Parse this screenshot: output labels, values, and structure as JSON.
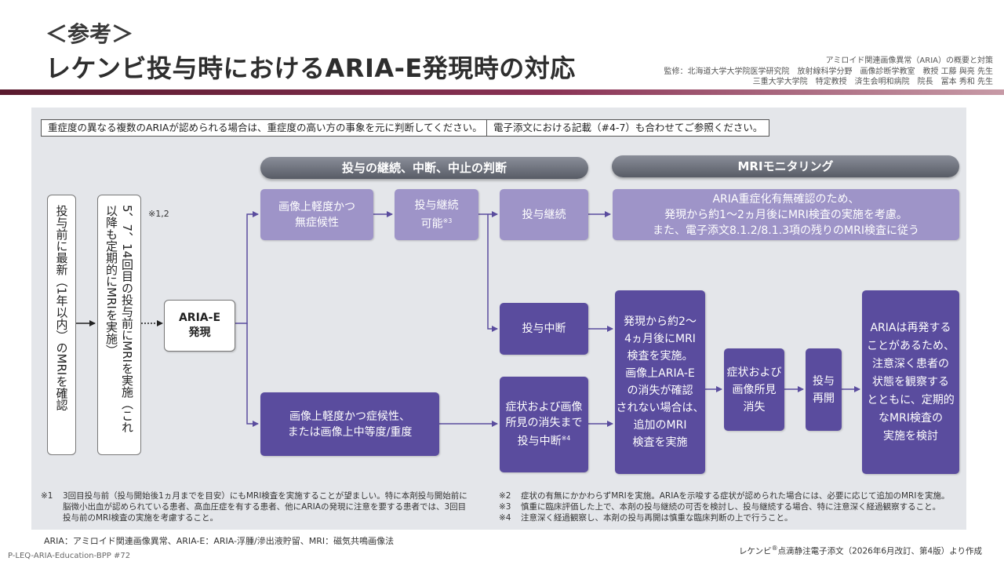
{
  "header": {
    "subtitle": "＜参考＞",
    "title": "レケンビ投与時におけるARIA-E発現時の対応",
    "supervision": [
      "アミロイド関連画像異常（ARIA）の概要と対策",
      "監修：北海道大学大学院医学研究院　放射線科学分野　画像診断学教室　教授 工藤 與亮 先生",
      "三重大学大学院　特定教授　済生会明和病院　院長　冨本 秀和 先生"
    ]
  },
  "notes": {
    "top_left": "重症度の異なる複数のARIAが認められる場合は、重症度の高い方の事象を元に判断してください。",
    "top_right": "電子添文における記載（#4-7）も合わせてご参照ください。"
  },
  "sections": {
    "decision": "投与の継続、中断、中止の判断",
    "mri": "MRIモニタリング"
  },
  "flow": {
    "pre_dose": "投与前に最新（1年以内）のMRIを確認",
    "dose_mri": "5、7、14回目の投与前にMRIを実施（これ以降も定期的にMRIを実施）",
    "ref_12": "※1,2",
    "aria_e_1": "ARIA-E",
    "aria_e_2": "発現",
    "mild_asym_1": "画像上軽度かつ",
    "mild_asym_2": "無症候性",
    "continue_possible_1": "投与継続",
    "continue_possible_2": "可能",
    "ref_3": "※3",
    "continue": "投与継続",
    "mri_note_1": "ARIA重症化有無確認のため、",
    "mri_note_2": "発現から約1～2ヵ月後にMRI検査の実施を考慮。",
    "mri_note_3": "また、電子添文8.1.2/8.1.3項の残りのMRI検査に従う",
    "interrupt": "投与中断",
    "mild_sym_1": "画像上軽度かつ症候性、",
    "mild_sym_2": "または画像上中等度/重度",
    "until_resolve_1": "症状および画像",
    "until_resolve_2": "所見の消失まで",
    "until_resolve_3": "投与中断",
    "ref_4": "※4",
    "mri_2_4": [
      "発現から約2～",
      "4ヵ月後にMRI",
      "検査を実施。",
      "画像上ARIA-E",
      "の消失が確認",
      "されない場合は、",
      "追加のMRI",
      "検査を実施"
    ],
    "resolved": [
      "症状および",
      "画像所見",
      "消失"
    ],
    "resume": [
      "投与",
      "再開"
    ],
    "recur": [
      "ARIAは再発する",
      "ことがあるため、",
      "注意深く患者の",
      "状態を観察する",
      "とともに、定期的",
      "なMRI検査の",
      "実施を検討"
    ]
  },
  "footnotes": {
    "fn1_mark": "※1",
    "fn1": [
      "3回目投与前（投与開始後1ヵ月までを目安）にもMRI検査を実施することが望ましい。特に本剤投与開始前に",
      "脳微小出血が認められている患者、高血圧症を有する患者、他にARIAの発現に注意を要する患者では、3回目",
      "投与前のMRI検査の実施を考慮すること。"
    ],
    "fn2_mark": "※2",
    "fn2": "症状の有無にかかわらずMRIを実施。ARIAを示唆する症状が認められた場合には、必要に応じて追加のMRIを実施。",
    "fn3_mark": "※3",
    "fn3": "慎重に臨床評価した上で、本剤の投与継続の可否を検討し、投与継続する場合、特に注意深く経過観察すること。",
    "fn4_mark": "※4",
    "fn4": "注意深く経過観察し、本剤の投与再開は慎重な臨床判断の上で行うこと。"
  },
  "bottom": {
    "abbrev": "ARIA：アミロイド関連画像異常、ARIA-E：ARIA-浮腫/滲出液貯留、MRI：磁気共鳴画像法",
    "code": "P-LEQ-ARIA-Education-BPP #72",
    "source_1": "レケンビ",
    "source_reg": "®",
    "source_2": "点滴静注電子添文（2026年6月改訂、第4版）より作成"
  },
  "colors": {
    "light_box": "#9e94c8",
    "dark_box": "#5a4c9e",
    "panel": "#e4e6ea",
    "header_bar": "#5a1a2e",
    "arrow": "#5a4c9e"
  }
}
